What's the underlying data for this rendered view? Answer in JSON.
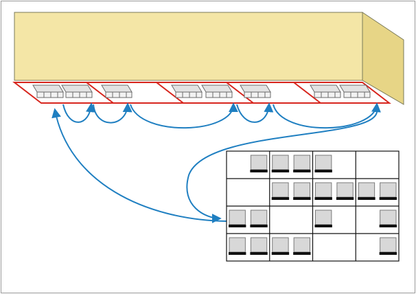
{
  "colors": {
    "background": "#ffffff",
    "outer_border": "#9a9a9a",
    "container_front": "#f4e6a6",
    "container_side": "#e7d586",
    "container_edge": "#7a7a5a",
    "floor_outline": "#d7261e",
    "flow_arrow": "#1f7fc1",
    "rack_frame": "#111111",
    "carton_fill": "#d8d8d8",
    "carton_stroke": "#7a7a7a",
    "pallet_base": "#111111",
    "floor_pallet_fill": "#e2e2e2",
    "floor_pallet_stroke": "#6a6a6a"
  },
  "diagram": {
    "container_floor_segments": 5,
    "floor_pallets_per_segment": [
      2,
      1,
      2,
      1,
      2
    ],
    "rack_rows": 4,
    "rack_columns": 4,
    "rack_occupied_positions": [
      [
        0,
        1
      ],
      [
        0,
        2
      ],
      [
        0,
        3
      ],
      [
        0,
        4
      ],
      [
        1,
        2
      ],
      [
        1,
        3
      ],
      [
        1,
        4
      ],
      [
        1,
        5
      ],
      [
        1,
        6
      ],
      [
        1,
        7
      ],
      [
        2,
        0
      ],
      [
        2,
        1
      ],
      [
        2,
        4
      ],
      [
        2,
        7
      ],
      [
        3,
        0
      ],
      [
        3,
        1
      ],
      [
        3,
        2
      ],
      [
        3,
        3
      ],
      [
        3,
        7
      ]
    ],
    "flows": [
      {
        "name": "flow-arrow-rack-to-segment-1-front"
      },
      {
        "name": "flow-arrow-segment-1-to-segment-2"
      },
      {
        "name": "flow-arrow-segment-2-to-segment-2b"
      },
      {
        "name": "flow-arrow-segment-2b-to-segment-3"
      },
      {
        "name": "flow-arrow-segment-3-to-segment-4"
      },
      {
        "name": "flow-arrow-segment-4-to-segment-5"
      },
      {
        "name": "flow-arrow-segment-5-to-rack"
      }
    ]
  }
}
